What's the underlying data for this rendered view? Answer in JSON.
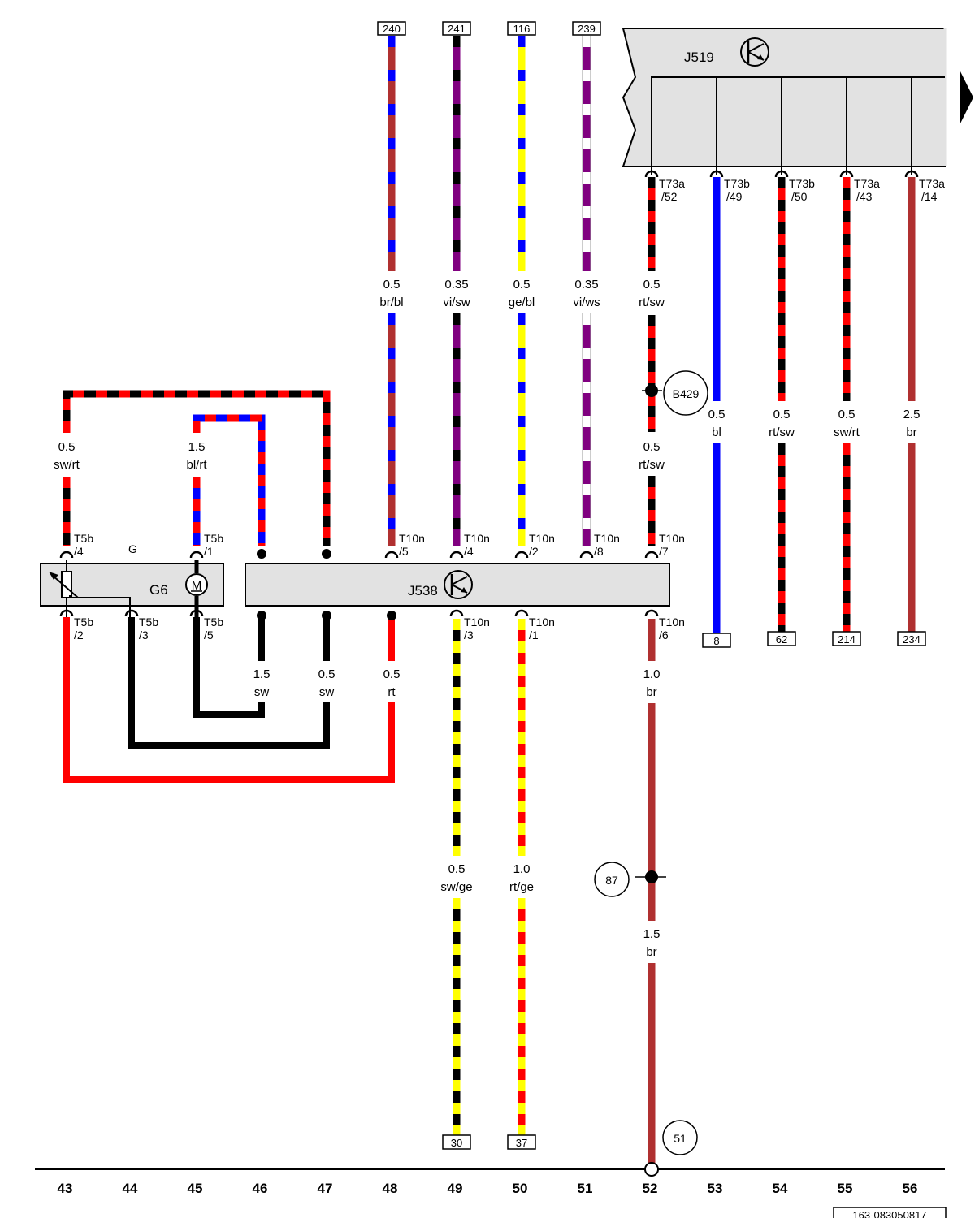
{
  "colors": {
    "red": "#ff0000",
    "black": "#000000",
    "blue": "#0000ff",
    "yellow": "#ffff00",
    "violet": "#800080",
    "white": "#ffffff",
    "brown": "#b03030",
    "component_fill": "#e2e2e2"
  },
  "components": {
    "j519": {
      "name": "J519"
    },
    "j538": {
      "name": "J538"
    },
    "g_pump": {
      "name": "G6",
      "group_label": "G",
      "motor_symbol": "M"
    }
  },
  "top_refs": [
    "240",
    "241",
    "116",
    "239"
  ],
  "bottom_refs": [
    "8",
    "62",
    "214",
    "234",
    "30",
    "37"
  ],
  "connector_pins": {
    "t73a_52": [
      "T73a",
      "/52"
    ],
    "t73b_49": [
      "T73b",
      "/49"
    ],
    "t73b_50": [
      "T73b",
      "/50"
    ],
    "t73a_43": [
      "T73a",
      "/43"
    ],
    "t73a_14": [
      "T73a",
      "/14"
    ],
    "t10n_5": [
      "T10n",
      "/5"
    ],
    "t10n_4": [
      "T10n",
      "/4"
    ],
    "t10n_2": [
      "T10n",
      "/2"
    ],
    "t10n_8": [
      "T10n",
      "/8"
    ],
    "t10n_7": [
      "T10n",
      "/7"
    ],
    "t10n_3": [
      "T10n",
      "/3"
    ],
    "t10n_1": [
      "T10n",
      "/1"
    ],
    "t10n_6": [
      "T10n",
      "/6"
    ],
    "t5b_4": [
      "T5b",
      "/4"
    ],
    "t5b_1": [
      "T5b",
      "/1"
    ],
    "t5b_2": [
      "T5b",
      "/2"
    ],
    "t5b_3": [
      "T5b",
      "/3"
    ],
    "t5b_5": [
      "T5b",
      "/5"
    ]
  },
  "wire_labels": {
    "w48": [
      "0.5",
      "br/bl"
    ],
    "w49": [
      "0.35",
      "vi/sw"
    ],
    "w50": [
      "0.5",
      "ge/bl"
    ],
    "w51": [
      "0.35",
      "vi/ws"
    ],
    "w52a": [
      "0.5",
      "rt/sw"
    ],
    "w52b": [
      "0.5",
      "rt/sw"
    ],
    "w53": [
      "0.5",
      "bl"
    ],
    "w54": [
      "0.5",
      "rt/sw"
    ],
    "w55": [
      "0.5",
      "sw/rt"
    ],
    "w56": [
      "2.5",
      "br"
    ],
    "w43": [
      "0.5",
      "sw/rt"
    ],
    "w45": [
      "1.5",
      "bl/rt"
    ],
    "w46": [
      "1.5",
      "sw"
    ],
    "w47": [
      "0.5",
      "sw"
    ],
    "w48b": [
      "0.5",
      "rt"
    ],
    "w49b": [
      "0.5",
      "sw/ge"
    ],
    "w50b": [
      "1.0",
      "rt/ge"
    ],
    "w52c": [
      "1.0",
      "br"
    ],
    "w52d": [
      "1.5",
      "br"
    ]
  },
  "ground_points": [
    "B429",
    "87",
    "51"
  ],
  "columns": [
    "43",
    "44",
    "45",
    "46",
    "47",
    "48",
    "49",
    "50",
    "51",
    "52",
    "53",
    "54",
    "55",
    "56"
  ],
  "footer_code": "163-083050817"
}
